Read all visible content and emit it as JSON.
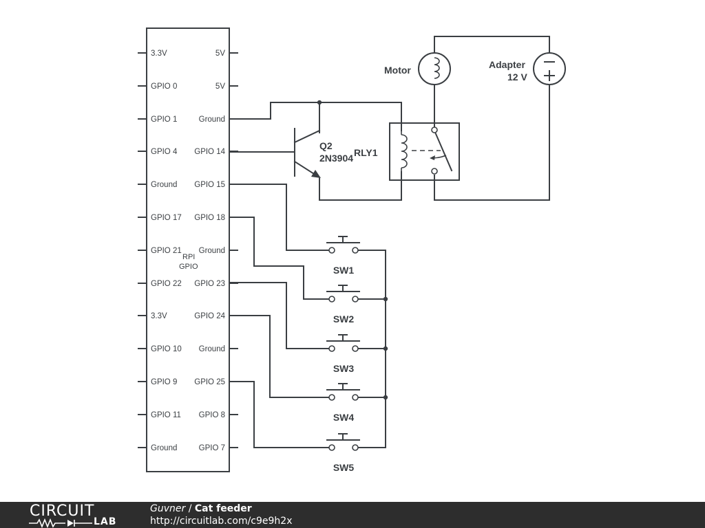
{
  "chip": {
    "name_line1": "RPI",
    "name_line2": "GPIO",
    "left_pins": [
      "3.3V",
      "GPIO 0",
      "GPIO 1",
      "GPIO 4",
      "Ground",
      "GPIO 17",
      "GPIO 21",
      "GPIO 22",
      "3.3V",
      "GPIO 10",
      "GPIO 9",
      "GPIO 11",
      "Ground"
    ],
    "right_pins": [
      "5V",
      "5V",
      "Ground",
      "GPIO 14",
      "GPIO 15",
      "GPIO 18",
      "Ground",
      "GPIO 23",
      "GPIO 24",
      "Ground",
      "GPIO 25",
      "GPIO 8",
      "GPIO 7"
    ]
  },
  "components": {
    "transistor_ref": "Q2",
    "transistor_part": "2N3904",
    "relay": "RLY1",
    "motor": "Motor",
    "adapter_name": "Adapter",
    "adapter_voltage": "12 V",
    "switches": [
      "SW1",
      "SW2",
      "SW3",
      "SW4",
      "SW5"
    ]
  },
  "footer": {
    "logo_top": "CIRCUIT",
    "logo_bottom": "LAB",
    "author": "Guvner",
    "separator": " / ",
    "title": "Cat feeder",
    "url": "http://circuitlab.com/c9e9h2x"
  },
  "colors": {
    "wire": "#3a3e42",
    "footer_bg": "#2d2d2d",
    "footer_text": "#ffffff"
  }
}
